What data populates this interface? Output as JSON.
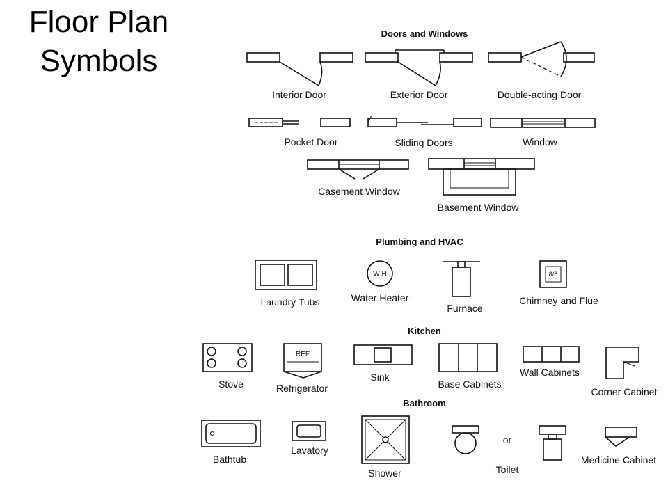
{
  "title_line1": "Floor Plan",
  "title_line2": "Symbols",
  "sections": {
    "doors_windows": "Doors and Windows",
    "plumbing_hvac": "Plumbing and HVAC",
    "kitchen": "Kitchen",
    "bathroom": "Bathroom"
  },
  "labels": {
    "interior_door": "Interior Door",
    "exterior_door": "Exterior Door",
    "double_acting_door": "Double-acting Door",
    "pocket_door": "Pocket Door",
    "sliding_doors": "Sliding Doors",
    "window": "Window",
    "casement_window": "Casement Window",
    "basement_window": "Basement Window",
    "laundry_tubs": "Laundry Tubs",
    "water_heater": "Water Heater",
    "furnace": "Furnace",
    "chimney_flue": "Chimney and Flue",
    "stove": "Stove",
    "refrigerator": "Refrigerator",
    "sink": "Sink",
    "base_cabinets": "Base Cabinets",
    "wall_cabinets": "Wall Cabinets",
    "corner_cabinet": "Corner Cabinet",
    "bathtub": "Bathtub",
    "lavatory": "Lavatory",
    "shower": "Shower",
    "or": "or",
    "toilet": "Toilet",
    "medicine_cabinet": "Medicine Cabinet"
  },
  "symbol_text": {
    "water_heater": "W H",
    "refrigerator": "REF",
    "chimney": "8/8"
  }
}
